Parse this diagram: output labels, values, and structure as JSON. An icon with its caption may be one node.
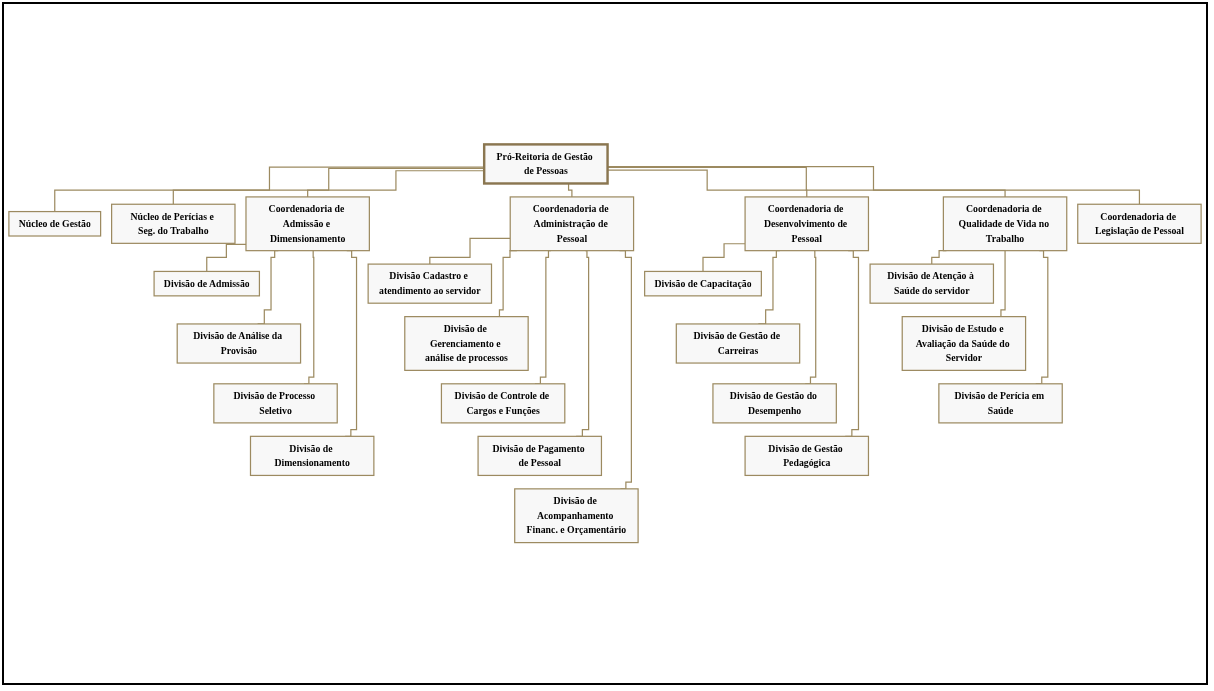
{
  "diagram": {
    "nodes": [
      {
        "text": [
          "Pró-Reitoria de Gestão de Pessoas"
        ]
      },
      {
        "text": [
          "Núcleo de Gestão"
        ]
      },
      {
        "text": [
          "Núcleo de Perícias e Seg. do Trabalho"
        ]
      },
      {
        "text": [
          "Coordenadoria de Admissão e Dimensionamento"
        ]
      },
      {
        "text": [
          "Divisão de Admissão"
        ]
      },
      {
        "text": [
          "Divisão de Análise da Provisão"
        ]
      },
      {
        "text": [
          "Divisão de Processo Seletivo"
        ]
      },
      {
        "text": [
          "Divisão de Dimensionamento"
        ]
      },
      {
        "text": [
          "Coordenadoria de Administração de Pessoal"
        ]
      },
      {
        "text": [
          "Divisão Cadastro e atendimento ao servidor"
        ]
      },
      {
        "text": [
          "Divisão de Gerenciamento e análise de processos"
        ]
      },
      {
        "text": [
          "Divisão de Controle de Cargos e Funções"
        ]
      },
      {
        "text": [
          "Divisão de Pagamento de Pessoal"
        ]
      },
      {
        "text": [
          "Divisão de Acompanhamento Financ. e Orçamentário"
        ]
      },
      {
        "text": [
          "Coordenadoria de Desenvolvimento de Pessoal"
        ]
      },
      {
        "text": [
          "Divisão de Capacitação"
        ]
      },
      {
        "text": [
          "Divisão de Gestão de Carreiras"
        ]
      },
      {
        "text": [
          "Divisão de Gestão do Desempenho"
        ]
      },
      {
        "text": [
          "Divisão de Gestão Pedagógica"
        ]
      },
      {
        "text": [
          "Coordenadoria de Qualidade de Vida no Trabalho"
        ]
      },
      {
        "text": [
          "Divisão de Atenção à Saúde do servidor"
        ]
      },
      {
        "text": [
          "Divisão de Estudo e Avaliação da Saúde do Servidor"
        ]
      },
      {
        "text": [
          "Divisão de Perícia em Saúde"
        ]
      },
      {
        "text": [
          "Coordenadoria de Legislação de Pessoal"
        ]
      }
    ],
    "edges": [
      {
        "from": 0,
        "to": 1,
        "arrow": "none"
      },
      {
        "from": 0,
        "to": 2,
        "arrow": "none"
      },
      {
        "from": 0,
        "to": 3,
        "arrow": "none"
      },
      {
        "from": 0,
        "to": 8,
        "arrow": "none"
      },
      {
        "from": 0,
        "to": 14,
        "arrow": "none"
      },
      {
        "from": 0,
        "to": 19,
        "arrow": "none"
      },
      {
        "from": 0,
        "to": 23,
        "arrow": "none"
      },
      {
        "from": 3,
        "to": 4,
        "arrow": "none"
      },
      {
        "from": 3,
        "to": 5,
        "arrow": "none"
      },
      {
        "from": 3,
        "to": 6,
        "arrow": "none"
      },
      {
        "from": 3,
        "to": 7,
        "arrow": "none"
      },
      {
        "from": 8,
        "to": 9,
        "arrow": "none"
      },
      {
        "from": 8,
        "to": 10,
        "arrow": "none"
      },
      {
        "from": 8,
        "to": 11,
        "arrow": "none"
      },
      {
        "from": 8,
        "to": 12,
        "arrow": "none"
      },
      {
        "from": 8,
        "to": 13,
        "arrow": "none"
      },
      {
        "from": 14,
        "to": 15,
        "arrow": "none"
      },
      {
        "from": 14,
        "to": 16,
        "arrow": "none"
      },
      {
        "from": 14,
        "to": 17,
        "arrow": "none"
      },
      {
        "from": 14,
        "to": 18,
        "arrow": "none"
      },
      {
        "from": 19,
        "to": 20,
        "arrow": "none"
      },
      {
        "from": 19,
        "to": 21,
        "arrow": "none"
      },
      {
        "from": 19,
        "to": 22,
        "arrow": "none"
      }
    ]
  }
}
